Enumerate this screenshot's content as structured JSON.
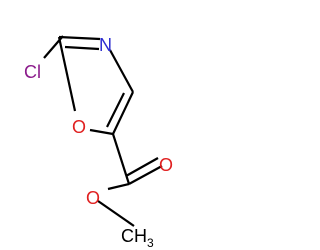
{
  "molecule": {
    "atoms": {
      "chlorine": {
        "symbol": "Cl",
        "color": "#8B1A8B"
      },
      "ring_nitrogen": {
        "symbol": "N",
        "color": "#2B2BD0"
      },
      "ring_oxygen": {
        "symbol": "O",
        "color": "#E02020"
      },
      "carbonyl_oxygen": {
        "symbol": "O",
        "color": "#E02020"
      },
      "ester_oxygen": {
        "symbol": "O",
        "color": "#E02020"
      },
      "methyl": {
        "symbol": "CH",
        "subscript": "3",
        "color": "#000000"
      }
    },
    "bond_color": "#000000"
  }
}
